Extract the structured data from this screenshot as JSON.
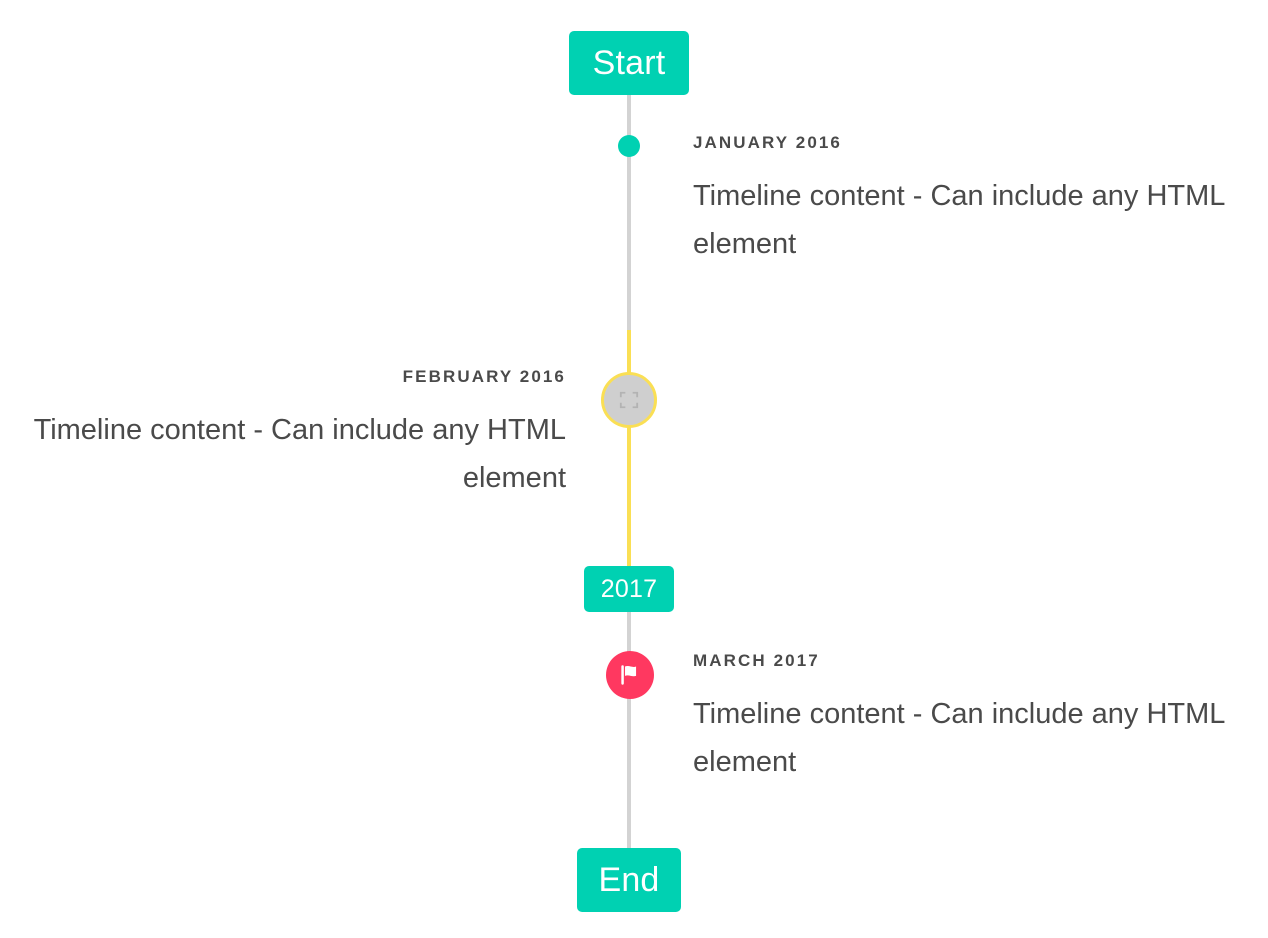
{
  "colors": {
    "primary_teal": "#00d1b2",
    "rail_gray": "#d3d3d3",
    "rail_yellow": "#fadf54",
    "marker_pink": "#ff3860",
    "marker_gray": "#cfcfcf",
    "text": "#4a4a4a",
    "background": "#ffffff"
  },
  "timeline": {
    "start_badge": {
      "label": "Start"
    },
    "mid_badge": {
      "label": "2017"
    },
    "end_badge": {
      "label": "End"
    },
    "entries": [
      {
        "heading": "JANUARY 2016",
        "body": "Timeline content - Can include any HTML element",
        "side": "right",
        "marker_icon": "dot-icon",
        "marker_color": "#00d1b2"
      },
      {
        "heading": "FEBRUARY 2016",
        "body": "Timeline content - Can include any HTML element",
        "side": "left",
        "marker_icon": "broken-image-icon",
        "marker_color": "#cfcfcf"
      },
      {
        "heading": "MARCH 2017",
        "body": "Timeline content - Can include any HTML element",
        "side": "right",
        "marker_icon": "flag-icon",
        "marker_color": "#ff3860"
      }
    ]
  }
}
